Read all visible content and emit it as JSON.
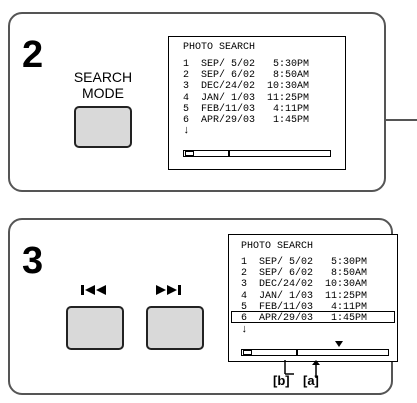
{
  "panels": [
    {
      "step": "2",
      "button_label": "SEARCH\nMODE",
      "screen": {
        "title": "PHOTO SEARCH",
        "rows": [
          "1  SEP/ 5/02   5:30PM",
          "2  SEP/ 6/02   8:50AM",
          "3  DEC/24/02  10:30AM",
          "4  JAN/ 1/03  11:25PM",
          "5  FEB/11/03   4:11PM",
          "6  APR/29/03   1:45PM"
        ],
        "more": "↓"
      }
    },
    {
      "step": "3",
      "buttons": [
        "prev-button",
        "next-button"
      ],
      "screen": {
        "title": "PHOTO SEARCH",
        "rows": [
          "1  SEP/ 5/02   5:30PM",
          "2  SEP/ 6/02   8:50AM",
          "3  DEC/24/02  10:30AM",
          "4  JAN/ 1/03  11:25PM",
          "5  FEB/11/03   4:11PM",
          "6  APR/29/03   1:45PM"
        ],
        "more": "↓",
        "selected_row": 5
      },
      "callouts": [
        "[b]",
        "[a]"
      ]
    }
  ],
  "colors": {
    "border": "#555555",
    "button_fill": "#d9d9d9"
  }
}
